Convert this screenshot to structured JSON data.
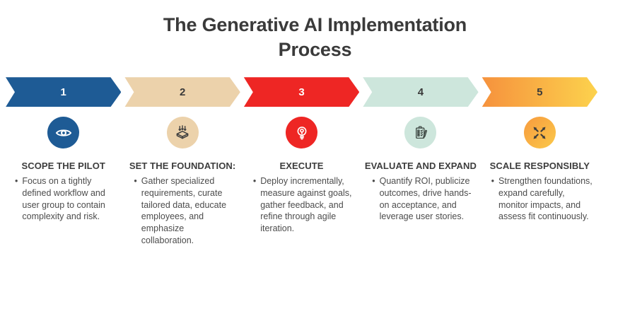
{
  "title": {
    "full": "The Generative AI Implementation Process",
    "line1": "The Generative AI Implementation",
    "line2": "Process"
  },
  "colors": {
    "title_text": "#3a3a3a",
    "heading_text": "#3d3d3d",
    "body_text": "#4c4c4c",
    "blue": "#1e5b95",
    "tan": "#ecd2ab",
    "red": "#ee2624",
    "teal": "#cde6dc",
    "orange": "#f6923d",
    "yellow": "#fcd24d"
  },
  "steps": [
    {
      "number": "1",
      "heading": "SCOPE THE PILOT",
      "bullet": "Focus on a tightly defined workflow and user group to contain complexity and risk.",
      "icon": "eye-icon",
      "arrow_color": "#1e5b95",
      "number_color": "#ffffff",
      "icon_bg": "#1e5b95"
    },
    {
      "number": "2",
      "heading": "SET THE FOUNDATION:",
      "bullet": "Gather specialized requirements, curate tailored data, educate employees, and emphasize collaboration.",
      "icon": "foundation-layers-icon",
      "arrow_color": "#ecd2ab",
      "number_color": "#3a3a3a",
      "icon_bg": "#ecd2ab"
    },
    {
      "number": "3",
      "heading": "EXECUTE",
      "bullet": "Deploy incrementally, measure against goals, gather feedback, and refine through agile iteration.",
      "icon": "lightbulb-icon",
      "arrow_color": "#ee2624",
      "number_color": "#ffffff",
      "icon_bg": "#ee2624"
    },
    {
      "number": "4",
      "heading": "EVALUATE AND EXPAND",
      "bullet": "Quantify ROI, publicize outcomes, drive hands-on acceptance, and leverage user stories.",
      "icon": "clipboard-checklist-icon",
      "arrow_color": "#cde6dc",
      "number_color": "#3a3a3a",
      "icon_bg": "#cde6dc"
    },
    {
      "number": "5",
      "heading": "SCALE RESPONSIBLY",
      "bullet": "Strengthen foundations, expand carefully, monitor impacts, and assess fit continuously.",
      "icon": "expand-arrows-icon",
      "arrow_color": "linear-gradient(90deg, #f6923d, #fcd24d)",
      "number_color": "#3a3a3a",
      "icon_bg": "linear-gradient(135deg, #f79a3e, #fbc94a)"
    }
  ]
}
